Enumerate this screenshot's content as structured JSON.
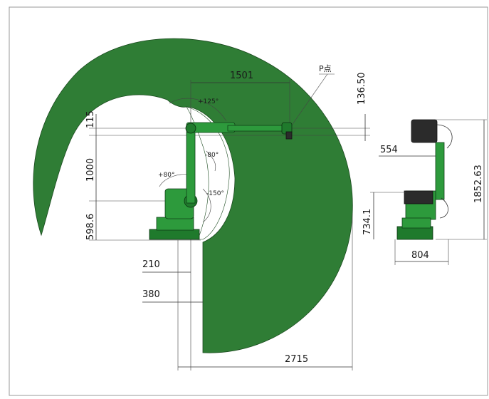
{
  "diagram": {
    "point_label": "P点",
    "dimensions": {
      "reach_horizontal": "1501",
      "offset_top": "136.50",
      "height_115": "115",
      "height_1000": "1000",
      "height_598": "598.6",
      "base_210": "210",
      "base_380": "380",
      "radius_2715": "2715",
      "side_554": "554",
      "side_1852": "1852.63",
      "side_734": "734.1",
      "side_804": "804"
    },
    "angles": {
      "a1": "+125°",
      "a2": "-80°",
      "a3": "+80°",
      "a4": "-150°"
    },
    "colors": {
      "workspace": "#2f7d35",
      "robot": "#2d9a3c",
      "frame": "#9a9a9a"
    }
  }
}
